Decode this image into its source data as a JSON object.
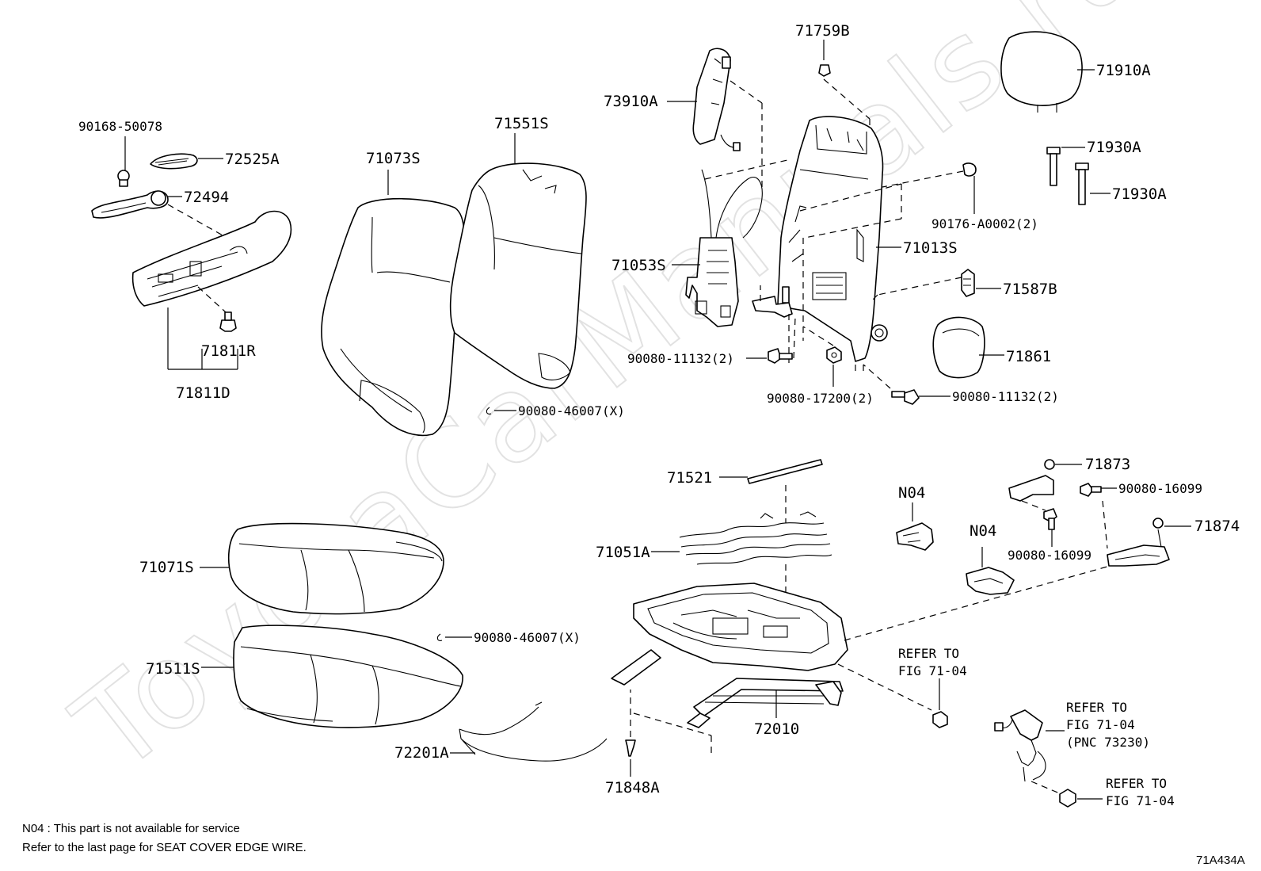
{
  "watermark": "ToyotaCarManuals.ru",
  "labels": {
    "p90168_50078": "90168-50078",
    "p72525A": "72525A",
    "p72494": "72494",
    "p71811R": "71811R",
    "p71811D": "71811D",
    "p71073S": "71073S",
    "p71551S": "71551S",
    "p90080_46007_a": "90080-46007(X)",
    "p73910A": "73910A",
    "p71759B": "71759B",
    "p71910A": "71910A",
    "p71930A_a": "71930A",
    "p71930A_b": "71930A",
    "p90176_A0002": "90176-A0002(2)",
    "p71013S": "71013S",
    "p71053S": "71053S",
    "p71587B": "71587B",
    "p71861": "71861",
    "p90080_11132_a": "90080-11132(2)",
    "p90080_17200": "90080-17200(2)",
    "p90080_11132_b": "90080-11132(2)",
    "p71521": "71521",
    "p71051A": "71051A",
    "pN04_a": "N04",
    "pN04_b": "N04",
    "p71873": "71873",
    "p90080_16099_a": "90080-16099",
    "p90080_16099_b": "90080-16099",
    "p71874": "71874",
    "p71071S": "71071S",
    "p90080_46007_b": "90080-46007(X)",
    "p71511S": "71511S",
    "p72201A": "72201A",
    "p71848A": "71848A",
    "p72010": "72010",
    "refer1_l1": "REFER TO",
    "refer1_l2": "FIG 71-04",
    "refer2_l1": "REFER TO",
    "refer2_l2": "FIG 71-04",
    "refer2_l3": "(PNC 73230)",
    "refer3_l1": "REFER TO",
    "refer3_l2": "FIG 71-04"
  },
  "notes": {
    "n04": "N04 : This part is not available for service",
    "edge_wire": "Refer to the last page for SEAT COVER EDGE WIRE."
  },
  "figure_code": "71A434A"
}
